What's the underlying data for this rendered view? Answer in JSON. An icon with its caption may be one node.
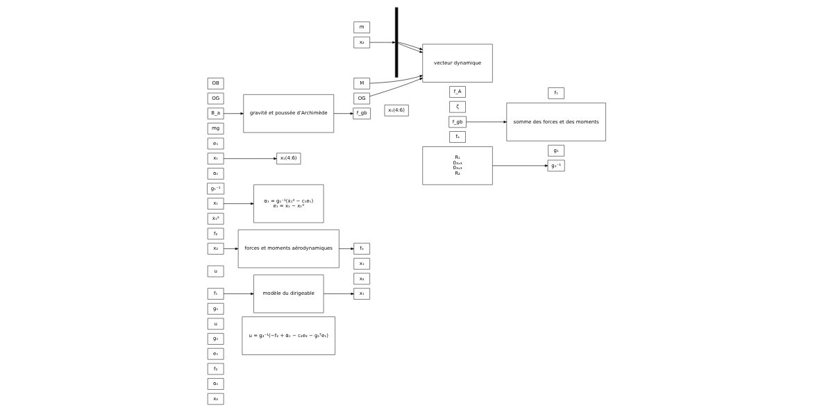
{
  "diagram": {
    "nodes": [
      {
        "text": [
          "x₂"
        ]
      },
      {
        "text": [
          "α₁"
        ]
      },
      {
        "text": [
          "f₂"
        ]
      },
      {
        "text": [
          "e₁"
        ]
      },
      {
        "text": [
          "g₁"
        ]
      },
      {
        "text": [
          "u = g₂⁻¹(−f₂ + α̇₁ − c₂e₂ − g₁ᵀe₁)"
        ]
      },
      {
        "text": [
          "u"
        ]
      },
      {
        "text": [
          "g₁"
        ]
      },
      {
        "text": [
          "f₁"
        ]
      },
      {
        "text": [
          "u"
        ]
      },
      {
        "text": [
          "modèle du dirigeable"
        ]
      },
      {
        "text": [
          "x₁"
        ]
      },
      {
        "text": [
          "x₂"
        ]
      },
      {
        "text": [
          "x₁"
        ]
      },
      {
        "text": [
          "x₁(4:6)"
        ]
      },
      {
        "text": [
          "R₁",
          "0₃ₓ₃",
          "0₃ₓ₃",
          "R₂"
        ]
      },
      {
        "text": [
          "g₁"
        ]
      },
      {
        "text": [
          "g₁⁻¹"
        ]
      },
      {
        "text": [
          "x₂"
        ]
      },
      {
        "text": [
          "forces et moments aérodynamiques"
        ]
      },
      {
        "text": [
          "fₐ"
        ]
      },
      {
        "text": [
          "fₐ"
        ]
      },
      {
        "text": [
          "f_gb"
        ]
      },
      {
        "text": [
          "ζ"
        ]
      },
      {
        "text": [
          "f_A"
        ]
      },
      {
        "text": [
          "somme des forces et des moments"
        ]
      },
      {
        "text": [
          "f₂"
        ]
      },
      {
        "text": [
          "ẋ₁ᵈ"
        ]
      },
      {
        "text": [
          "x₁"
        ]
      },
      {
        "text": [
          "g₁⁻¹"
        ]
      },
      {
        "text": [
          "α₁ = g₁⁻¹(ẋ₁ᵈ − c₁e₁)",
          "e₁ = x₁ − x₁ᵈ"
        ]
      },
      {
        "text": [
          "α₁"
        ]
      },
      {
        "text": [
          "x₁"
        ]
      },
      {
        "text": [
          "e₁"
        ]
      },
      {
        "text": [
          "x₁(4:6)"
        ]
      },
      {
        "text": [
          "mg"
        ]
      },
      {
        "text": [
          "B_a"
        ]
      },
      {
        "text": [
          "OG"
        ]
      },
      {
        "text": [
          "OB"
        ]
      },
      {
        "text": [
          "gravité et poussée d'Archimède"
        ]
      },
      {
        "text": [
          "f_gb"
        ]
      },
      {
        "text": [
          "x₂"
        ]
      },
      {
        "text": [],
        "shape": "bar"
      },
      {
        "text": [
          "M"
        ]
      },
      {
        "text": [
          "OG"
        ]
      },
      {
        "text": [
          "m"
        ]
      },
      {
        "text": [
          "vecteur dynamique"
        ]
      },
      {
        "text": [
          "f₁"
        ]
      }
    ],
    "edges": [
      {
        "from": 8,
        "to": 10,
        "arrow": "to"
      },
      {
        "from": 10,
        "to": 11,
        "arrow": "to"
      },
      {
        "from": 18,
        "to": 19,
        "arrow": "to"
      },
      {
        "from": 19,
        "to": 20,
        "arrow": "to"
      },
      {
        "from": 15,
        "to": 17,
        "arrow": "to"
      },
      {
        "from": 22,
        "to": 25,
        "arrow": "to"
      },
      {
        "from": 28,
        "to": 30,
        "arrow": "to"
      },
      {
        "from": 32,
        "to": 34,
        "arrow": "to"
      },
      {
        "from": 36,
        "to": 39,
        "arrow": "to"
      },
      {
        "from": 39,
        "to": 40,
        "arrow": "to"
      },
      {
        "from": 41,
        "to": 42,
        "arrow": "to"
      },
      {
        "from": 42,
        "to": 46,
        "arrow": "to"
      },
      {
        "from": 42,
        "to": 46,
        "arrow": "to"
      },
      {
        "from": 43,
        "to": 46,
        "arrow": "to"
      },
      {
        "from": 44,
        "to": 46,
        "arrow": "to"
      }
    ]
  }
}
